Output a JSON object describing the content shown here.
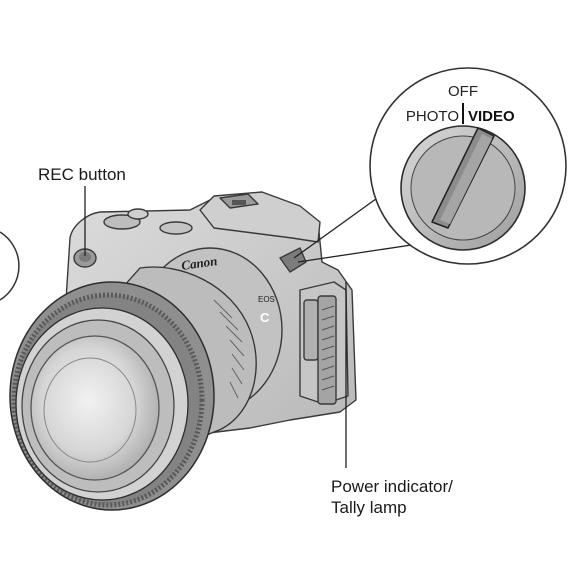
{
  "callouts": {
    "rec_button": "REC button",
    "power_indicator_line1": "Power indicator/",
    "power_indicator_line2": "Tally lamp"
  },
  "mode_dial": {
    "off": "OFF",
    "photo": "PHOTO",
    "video": "VIDEO"
  },
  "camera": {
    "brand": "Canon",
    "badge": "EOS",
    "badge_letter": "C"
  }
}
